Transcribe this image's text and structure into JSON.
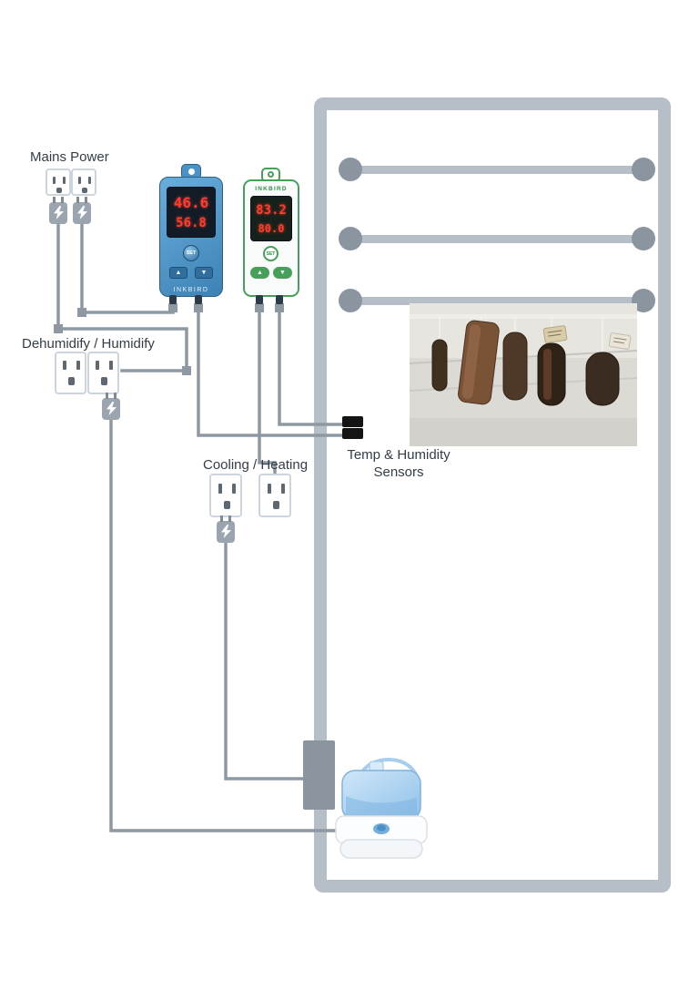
{
  "labels": {
    "mains_power": "Mains Power",
    "dehumidify_humidify": "Dehumidify / Humidify",
    "cooling_heating": "Cooling / Heating",
    "sensors_line1": "Temp & Humidity",
    "sensors_line2": "Sensors"
  },
  "temperature_controller": {
    "brand": "INKBIRD",
    "display_top": "46.6",
    "display_bottom": "56.8",
    "set_button": "SET",
    "up_button": "▲",
    "down_button": "▼"
  },
  "humidity_controller": {
    "brand": "INKBIRD",
    "display_top": "83.2",
    "display_bottom": "80.0",
    "set_button": "SET",
    "up_button": "▲",
    "down_button": "▼"
  },
  "colors": {
    "chamber_frame": "#b6bfc8",
    "rail_end": "#8b95a0",
    "wire": "#8e98a3",
    "display_red": "#ff3a2e",
    "temperature_controller_blue": "#4f9fd4",
    "humidity_controller_green": "#47a05a",
    "sensor_black": "#141414"
  }
}
